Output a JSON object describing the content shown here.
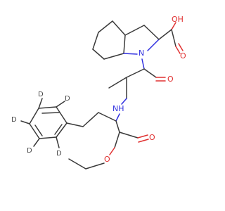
{
  "molecule": {
    "atom_labels": {
      "oh": "OH",
      "acid_o": "O",
      "ring_n": "N",
      "amide_o": "O",
      "nh": "NH",
      "ester_o_double": "O",
      "ester_o_single": "O",
      "d1": "D",
      "d2": "D",
      "d3": "D",
      "d4": "D",
      "d5": "D"
    },
    "colors": {
      "bond": "#3a3a3a",
      "oxygen": "#e03030",
      "nitrogen": "#3030e0",
      "deuterium": "#4a4a4a"
    }
  }
}
